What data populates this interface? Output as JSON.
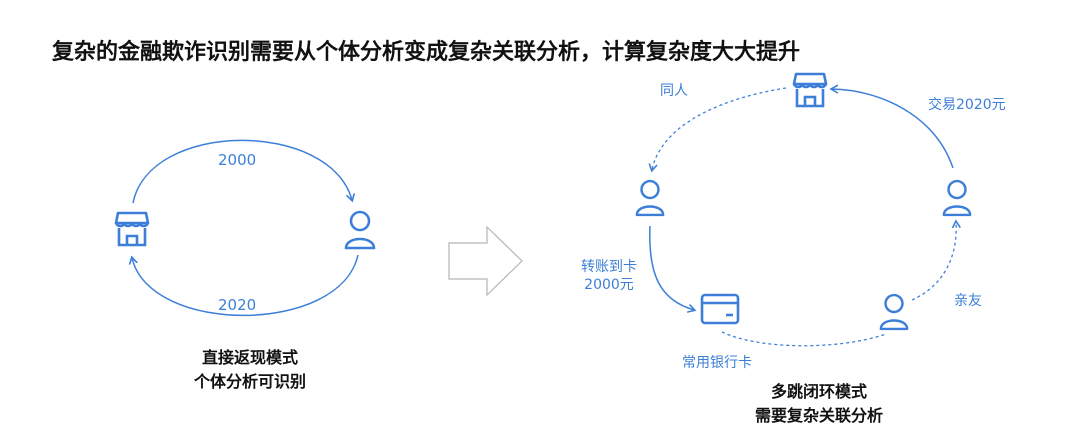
{
  "title": "复杂的金融欺诈识别需要从个体分析变成复杂关联分析，计算复杂度大大提升",
  "colors": {
    "accent": "#3d7fd8",
    "arrow_outline": "#b0b0b0",
    "text": "#111111"
  },
  "left_diagram": {
    "top_label": "2000",
    "bottom_label": "2020",
    "caption_line1": "直接返现模式",
    "caption_line2": "个体分析可识别",
    "icons": [
      "store-icon",
      "person-icon"
    ]
  },
  "right_diagram": {
    "label_same_person": "同人",
    "label_transaction": "交易2020元",
    "label_transfer_line1": "转账到卡",
    "label_transfer_line2": "2000元",
    "label_relative": "亲友",
    "label_common_card": "常用银行卡",
    "caption_line1": "多跳闭环模式",
    "caption_line2": "需要复杂关联分析",
    "icons": [
      "store-icon",
      "person-icon",
      "person-icon",
      "person-icon",
      "bank-card-icon"
    ]
  }
}
